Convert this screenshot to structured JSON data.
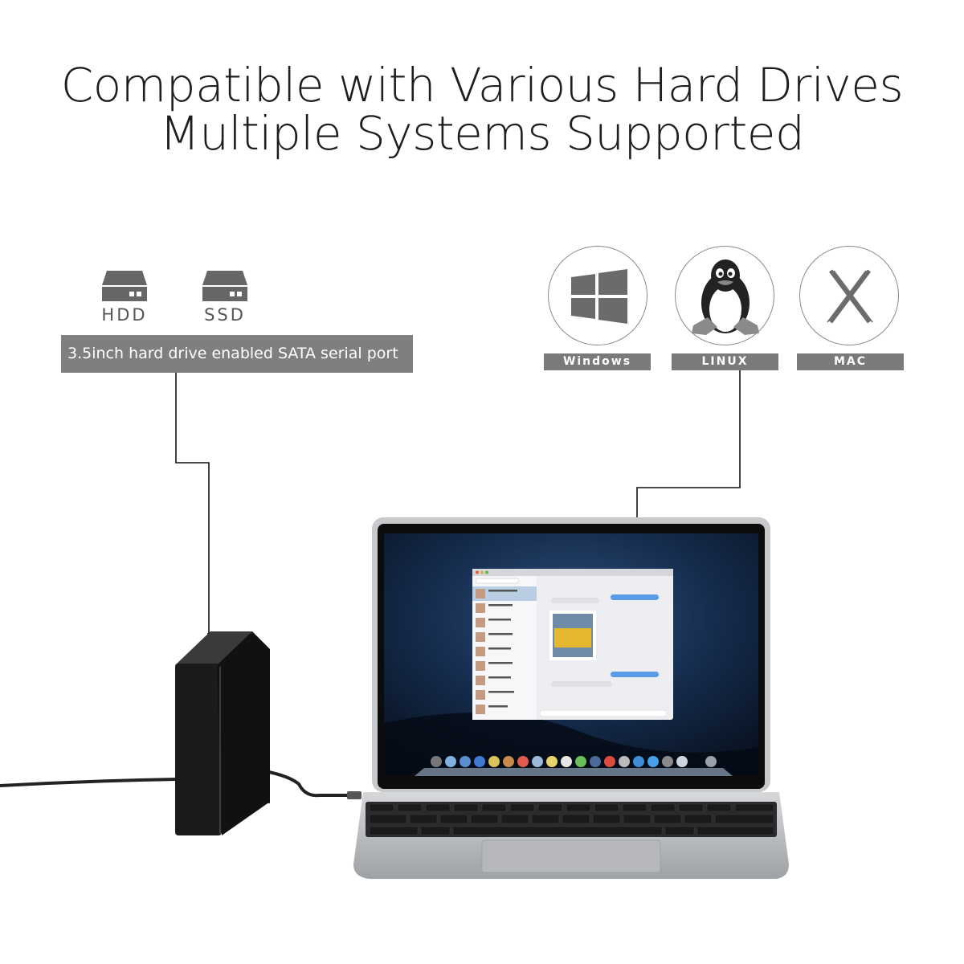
{
  "headline": {
    "line1": "Compatible with Various Hard Drives",
    "line2": "Multiple Systems Supported"
  },
  "drives": [
    {
      "label": "HDD",
      "icon": "hard-drive-icon"
    },
    {
      "label": "SSD",
      "icon": "solid-state-drive-icon"
    }
  ],
  "drive_banner": "3.5inch hard drive enabled SATA serial port",
  "systems": [
    {
      "label": "Windows",
      "icon": "windows-logo-icon"
    },
    {
      "label": "LINUX",
      "icon": "linux-penguin-icon"
    },
    {
      "label": "MAC",
      "icon": "mac-x-icon"
    }
  ],
  "colors": {
    "banner": "#7f7f7f",
    "label_bg": "#7a7a7a",
    "text": "#1e1e1e",
    "enclosure": "#1c1c1c",
    "laptop": "#b9bbbe"
  }
}
